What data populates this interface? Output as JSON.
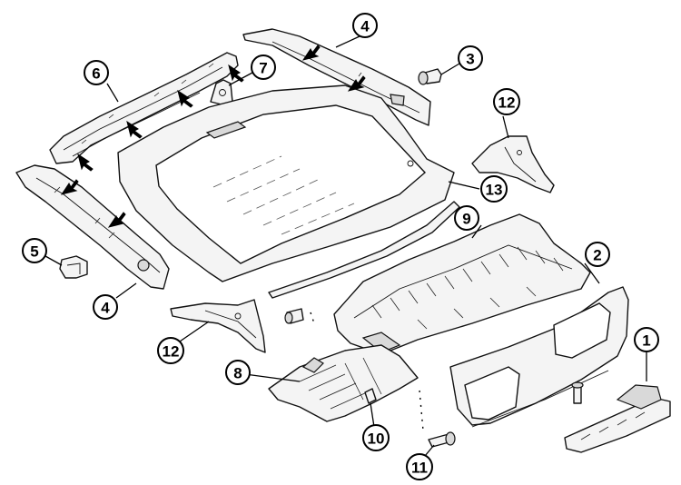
{
  "diagram": {
    "callouts": [
      {
        "id": "c1",
        "label": "1"
      },
      {
        "id": "c2",
        "label": "2"
      },
      {
        "id": "c3",
        "label": "3"
      },
      {
        "id": "c4a",
        "label": "4"
      },
      {
        "id": "c4b",
        "label": "4"
      },
      {
        "id": "c5",
        "label": "5"
      },
      {
        "id": "c6",
        "label": "6"
      },
      {
        "id": "c7",
        "label": "7"
      },
      {
        "id": "c8",
        "label": "8"
      },
      {
        "id": "c9",
        "label": "9"
      },
      {
        "id": "c10",
        "label": "10"
      },
      {
        "id": "c11",
        "label": "11"
      },
      {
        "id": "c12a",
        "label": "12"
      },
      {
        "id": "c12b",
        "label": "12"
      },
      {
        "id": "c13",
        "label": "13"
      }
    ],
    "colors": {
      "line": "#000000",
      "fill": "#f4f4f4",
      "shade": "#d9d9d9",
      "background": "#ffffff"
    }
  }
}
